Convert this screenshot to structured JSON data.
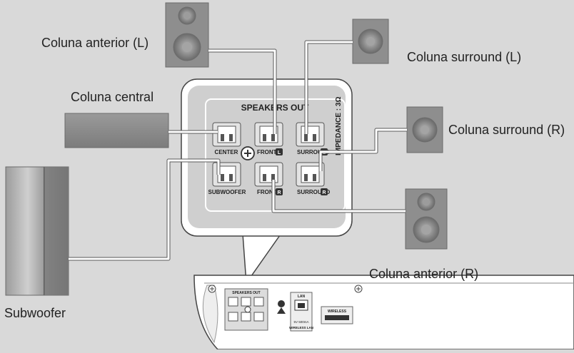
{
  "speakers": {
    "front_left": "Coluna anterior (L)",
    "surround_left": "Coluna surround (L)",
    "center": "Coluna central",
    "surround_right": "Coluna surround (R)",
    "front_right": "Coluna anterior (R)",
    "subwoofer": "Subwoofer"
  },
  "panel": {
    "title": "SPEAKERS OUT",
    "impedance": "IMPEDANCE : 3Ω",
    "terminals": {
      "center": "CENTER",
      "front_l": "FRONT",
      "front_l_badge": "L",
      "surround_l": "SURROUND",
      "surround_l_badge": "L",
      "subwoofer": "SUBWOOFER",
      "front_r": "FRONT",
      "front_r_badge": "R",
      "surround_r": "SURROUND",
      "surround_r_badge": "R"
    }
  },
  "rear_unit": {
    "speakers_out": "SPEAKERS OUT",
    "lan": "LAN",
    "wireless": "WIRELESS",
    "power_rating": "5V 500mA",
    "wireless_lan": "WIRELESS LAN"
  },
  "colors": {
    "background": "#d9d9d9",
    "speaker_box": "#8e8e8e",
    "wire": "#ffffff",
    "panel_fill": "#cfcfcf"
  }
}
